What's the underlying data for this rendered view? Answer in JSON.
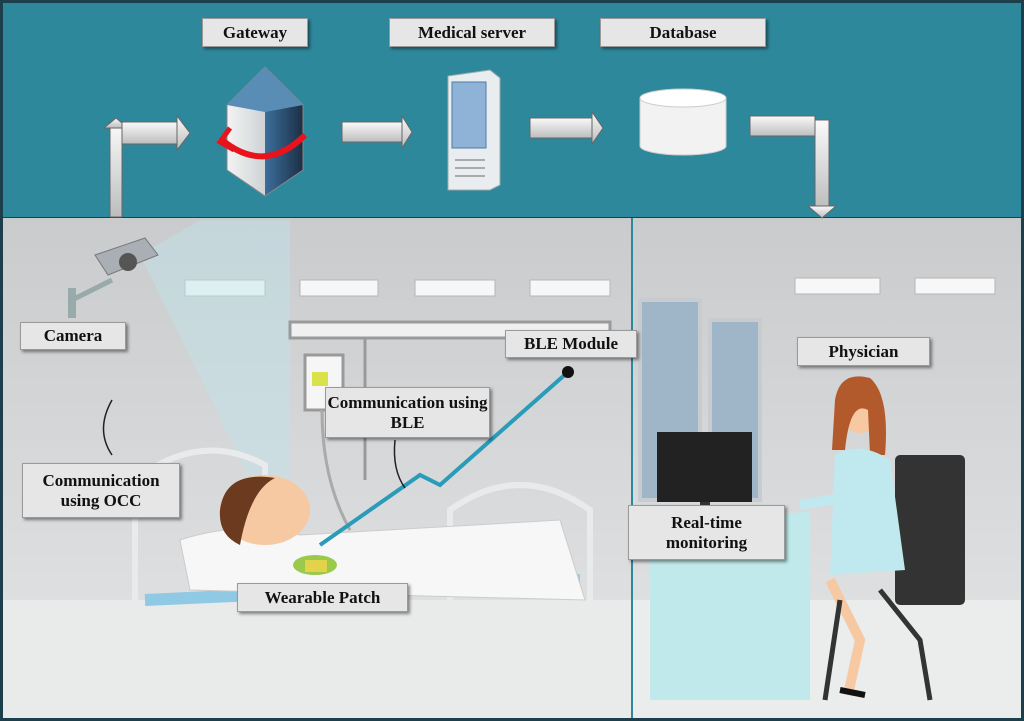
{
  "top_labels": {
    "gateway": "Gateway",
    "medical_server": "Medical server",
    "database": "Database"
  },
  "scene_labels": {
    "camera": "Camera",
    "ble_module": "BLE Module",
    "physician": "Physician",
    "comm_ble": "Communication using BLE",
    "comm_occ": "Communication using OCC",
    "wearable_patch": "Wearable Patch",
    "realtime_monitoring": "Real-time monitoring"
  },
  "colors": {
    "top_band": "#2e889c",
    "room_wall": "#d4d6d8",
    "ble_signal": "#2a9bb8",
    "gateway_arrow": "#e8131b"
  },
  "icons": [
    "gateway-icon",
    "medical-server-icon",
    "database-icon",
    "camera-icon",
    "hospital-bed-icon",
    "patient-icon",
    "iv-stand-icon",
    "physician-icon",
    "monitor-icon",
    "flow-arrow-icon"
  ]
}
